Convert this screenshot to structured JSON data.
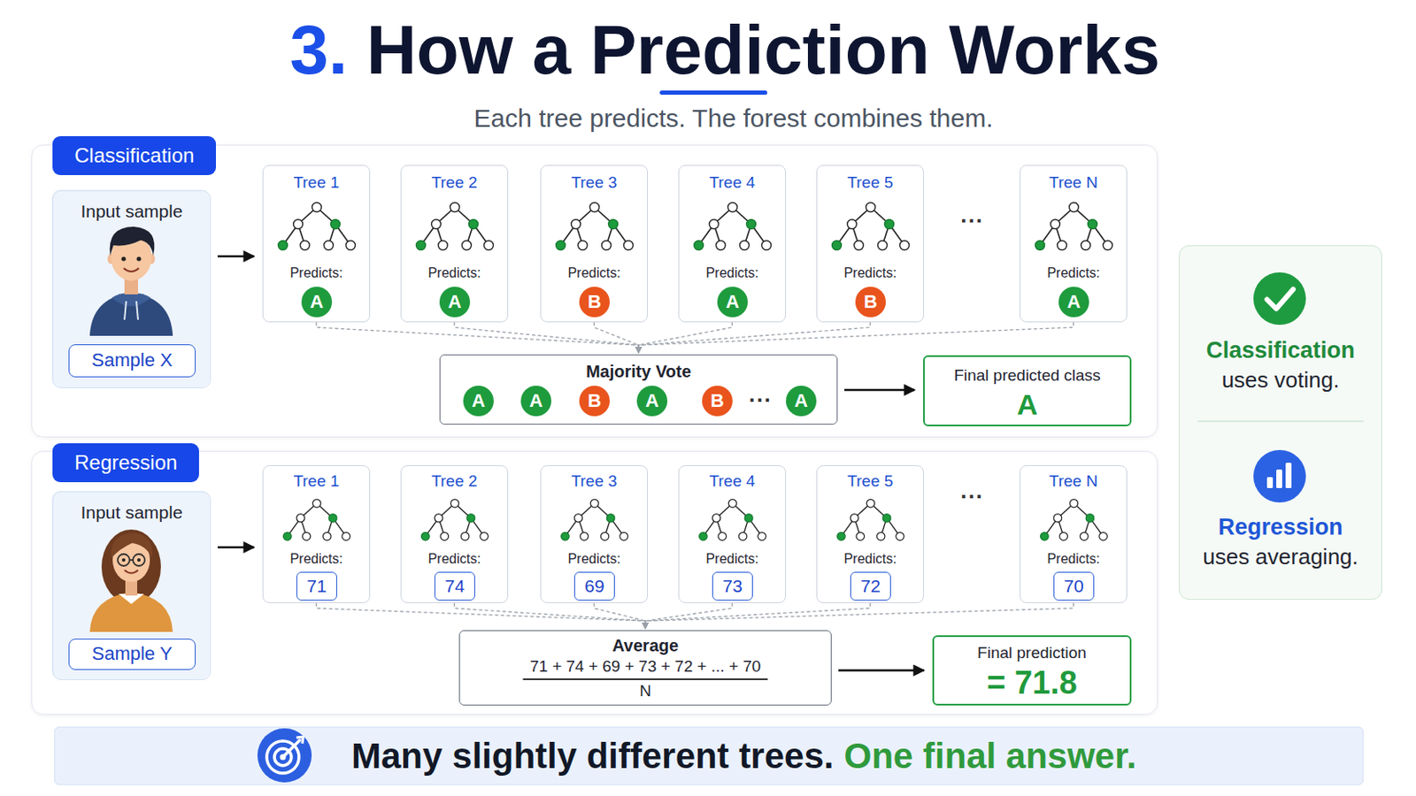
{
  "diagram": {
    "title": "How a Prediction Works",
    "nodes": [
      {
        "text": [
          "Classification"
        ]
      },
      {
        "text": [
          "Input sample"
        ],
        "in": 0
      },
      {
        "text": [
          "Sample X"
        ],
        "in": 1
      },
      {
        "text": [
          "Tree 1",
          "Predicts:"
        ],
        "in": 0
      },
      {
        "text": [
          "A"
        ],
        "in": 3
      },
      {
        "text": [
          "Tree 2",
          "Predicts:"
        ],
        "in": 0
      },
      {
        "text": [
          "A"
        ],
        "in": 5
      },
      {
        "text": [
          "Tree 3",
          "Predicts:"
        ],
        "in": 0
      },
      {
        "text": [
          "B"
        ],
        "in": 7
      },
      {
        "text": [
          "Tree 4",
          "Predicts:"
        ],
        "in": 0
      },
      {
        "text": [
          "A"
        ],
        "in": 9
      },
      {
        "text": [
          "Tree 5",
          "Predicts:"
        ],
        "in": 0
      },
      {
        "text": [
          "B"
        ],
        "in": 11
      },
      {
        "text": [
          "Tree N",
          "Predicts:"
        ],
        "in": 0
      },
      {
        "text": [
          "A"
        ],
        "in": 13
      },
      {
        "text": [
          "Majority Vote"
        ],
        "in": 0
      },
      {
        "text": [
          "A"
        ],
        "in": 15
      },
      {
        "text": [
          "A"
        ],
        "in": 15
      },
      {
        "text": [
          "B"
        ],
        "in": 15
      },
      {
        "text": [
          "A"
        ],
        "in": 15
      },
      {
        "text": [
          "B"
        ],
        "in": 15
      },
      {
        "text": [
          "A"
        ],
        "in": 15
      },
      {
        "text": [
          "Final predicted class",
          "A"
        ],
        "in": 0
      },
      {
        "text": [
          "Regression"
        ]
      },
      {
        "text": [
          "Input sample"
        ],
        "in": 23
      },
      {
        "text": [
          "Sample Y"
        ],
        "in": 24
      },
      {
        "text": [
          "Tree 1",
          "Predicts:"
        ],
        "in": 23
      },
      {
        "text": [
          "71"
        ],
        "in": 26
      },
      {
        "text": [
          "Tree 2",
          "Predicts:"
        ],
        "in": 23
      },
      {
        "text": [
          "74"
        ],
        "in": 28
      },
      {
        "text": [
          "Tree 3",
          "Predicts:"
        ],
        "in": 23
      },
      {
        "text": [
          "69"
        ],
        "in": 30
      },
      {
        "text": [
          "Tree 4",
          "Predicts:"
        ],
        "in": 23
      },
      {
        "text": [
          "73"
        ],
        "in": 32
      },
      {
        "text": [
          "Tree 5",
          "Predicts:"
        ],
        "in": 23
      },
      {
        "text": [
          "72"
        ],
        "in": 34
      },
      {
        "text": [
          "Tree N",
          "Predicts:"
        ],
        "in": 23
      },
      {
        "text": [
          "70"
        ],
        "in": 36
      },
      {
        "text": [
          "Average",
          "71 + 74 + 69 + 73 + 72 + ... + 70",
          "N"
        ],
        "in": 23
      },
      {
        "text": [
          "Final prediction",
          "= 71.8"
        ],
        "in": 23
      },
      {
        "text": [
          "Classification",
          "uses voting.",
          "Regression",
          "uses averaging."
        ]
      },
      {
        "text": [
          "Many slightly different trees.",
          "One final answer."
        ]
      }
    ],
    "edges": [
      {
        "from": 1,
        "to": 3,
        "arrow": "to"
      },
      {
        "from": 3,
        "to": 15,
        "arrow": "to"
      },
      {
        "from": 5,
        "to": 15,
        "arrow": "to"
      },
      {
        "from": 7,
        "to": 15,
        "arrow": "to"
      },
      {
        "from": 9,
        "to": 15,
        "arrow": "to"
      },
      {
        "from": 11,
        "to": 15,
        "arrow": "to"
      },
      {
        "from": 13,
        "to": 15,
        "arrow": "to"
      },
      {
        "from": 15,
        "to": 22,
        "arrow": "to"
      },
      {
        "from": 24,
        "to": 26,
        "arrow": "to"
      },
      {
        "from": 26,
        "to": 38,
        "arrow": "to"
      },
      {
        "from": 28,
        "to": 38,
        "arrow": "to"
      },
      {
        "from": 30,
        "to": 38,
        "arrow": "to"
      },
      {
        "from": 32,
        "to": 38,
        "arrow": "to"
      },
      {
        "from": 34,
        "to": 38,
        "arrow": "to"
      },
      {
        "from": 36,
        "to": 38,
        "arrow": "to"
      },
      {
        "from": 38,
        "to": 39,
        "arrow": "to"
      }
    ],
    "labels": [
      "3.",
      "Each tree predicts. The forest combines them.",
      "...",
      "...",
      "..."
    ]
  }
}
